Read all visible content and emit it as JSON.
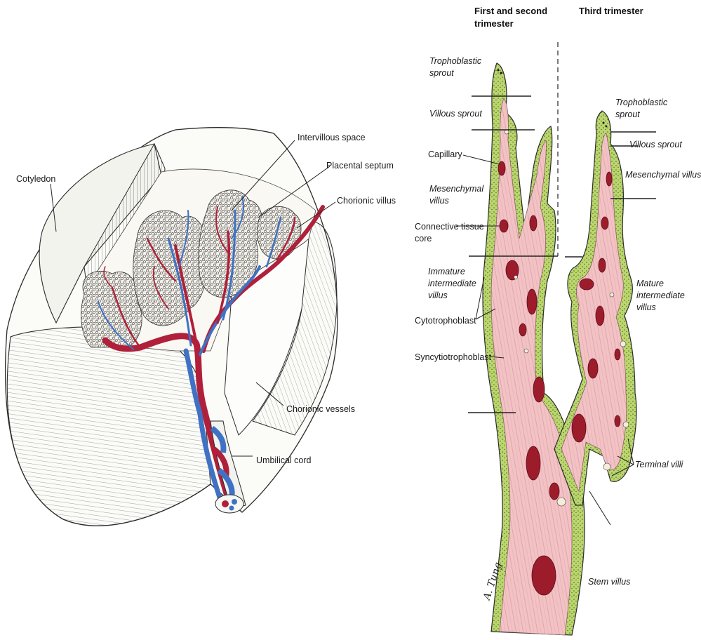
{
  "colors": {
    "artery_red": "#b0203a",
    "vein_blue": "#3f72c4",
    "villus_pink": "#f3c9cc",
    "trophoblast_green": "#b9d36a",
    "outline": "#2b2b2b",
    "cell_red": "#9c1c2c"
  },
  "left_panel": {
    "labels": {
      "cotyledon": "Cotyledon",
      "intervillous_space": "Intervillous space",
      "placental_septum": "Placental septum",
      "chorionic_villus": "Chorionic villus",
      "chorionic_vessels": "Chorionic vessels",
      "umbilical_cord": "Umbilical cord"
    }
  },
  "right_panel": {
    "headers": {
      "first_second_line1": "First and second",
      "first_second_line2": "trimester",
      "third": "Third trimester"
    },
    "left_labels": {
      "trophoblastic_sprout_1": "Trophoblastic",
      "trophoblastic_sprout_2": "sprout",
      "villous_sprout": "Villous sprout",
      "capillary": "Capillary",
      "mesenchymal_1": "Mesenchymal",
      "mesenchymal_2": "villus",
      "connective_1": "Connective tissue",
      "connective_2": "core",
      "immature_1": "Immature",
      "immature_2": "intermediate",
      "immature_3": "villus",
      "cytotrophoblast": "Cytotrophoblast",
      "syncytiotrophoblast": "Syncytiotrophoblast"
    },
    "right_labels": {
      "trophoblastic_sprout_1": "Trophoblastic",
      "trophoblastic_sprout_2": "sprout",
      "villous_sprout": "Villous sprout",
      "mesenchymal_villus": "Mesenchymal villus",
      "mature_1": "Mature",
      "mature_2": "intermediate",
      "mature_3": "villus",
      "terminal_villi": "Terminal villi",
      "stem_villus": "Stem villus"
    },
    "signature": "A. Tung"
  }
}
